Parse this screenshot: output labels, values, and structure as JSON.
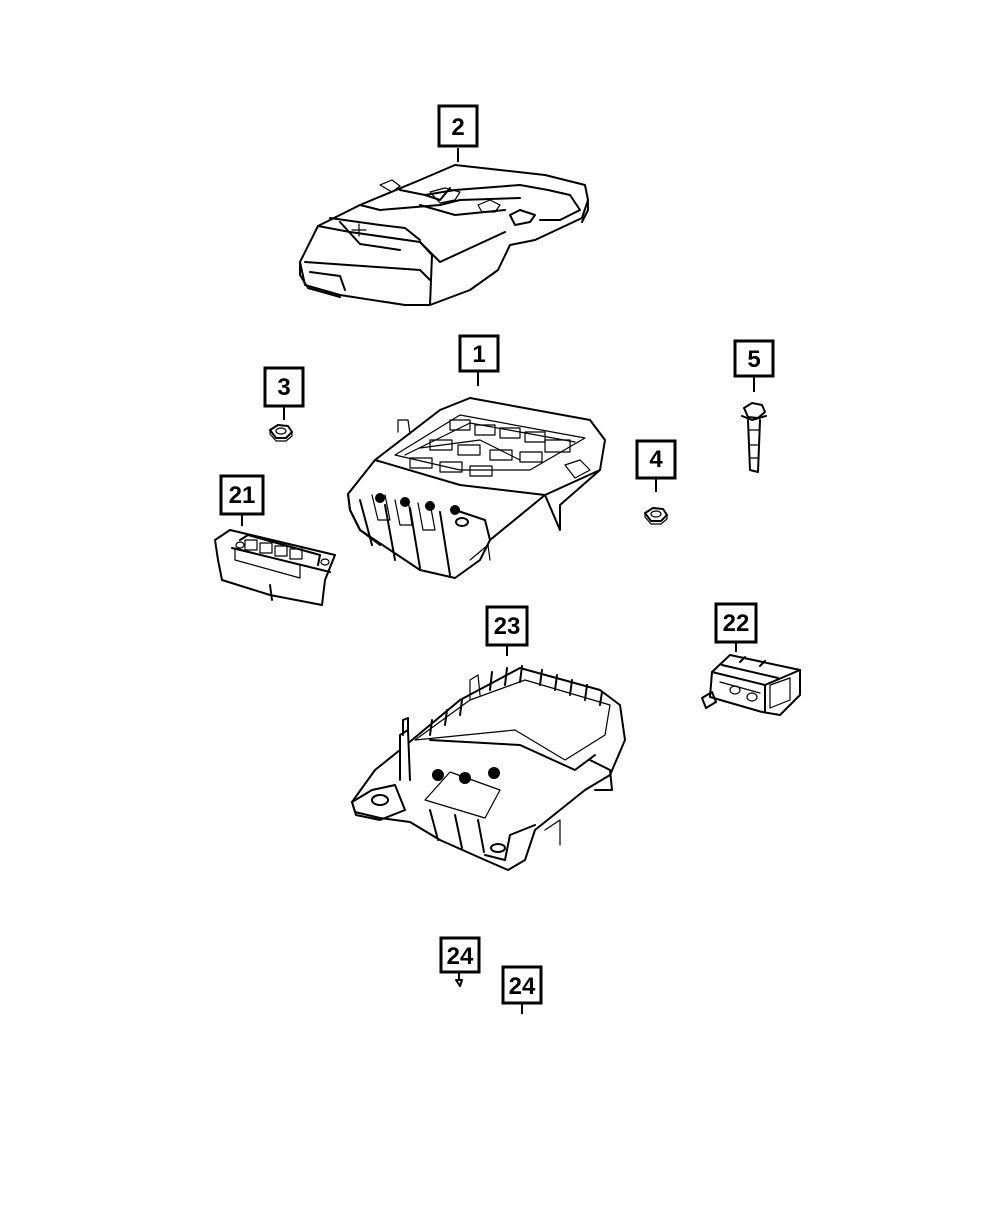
{
  "diagram": {
    "callouts": {
      "c1": "1",
      "c2": "2",
      "c3": "3",
      "c4": "4",
      "c5": "5",
      "c21": "21",
      "c22": "22",
      "c23": "23",
      "c24a": "24",
      "c24b": "24"
    },
    "cover_symbol": "+",
    "colors": {
      "line": "#000000",
      "background": "#ffffff"
    }
  }
}
